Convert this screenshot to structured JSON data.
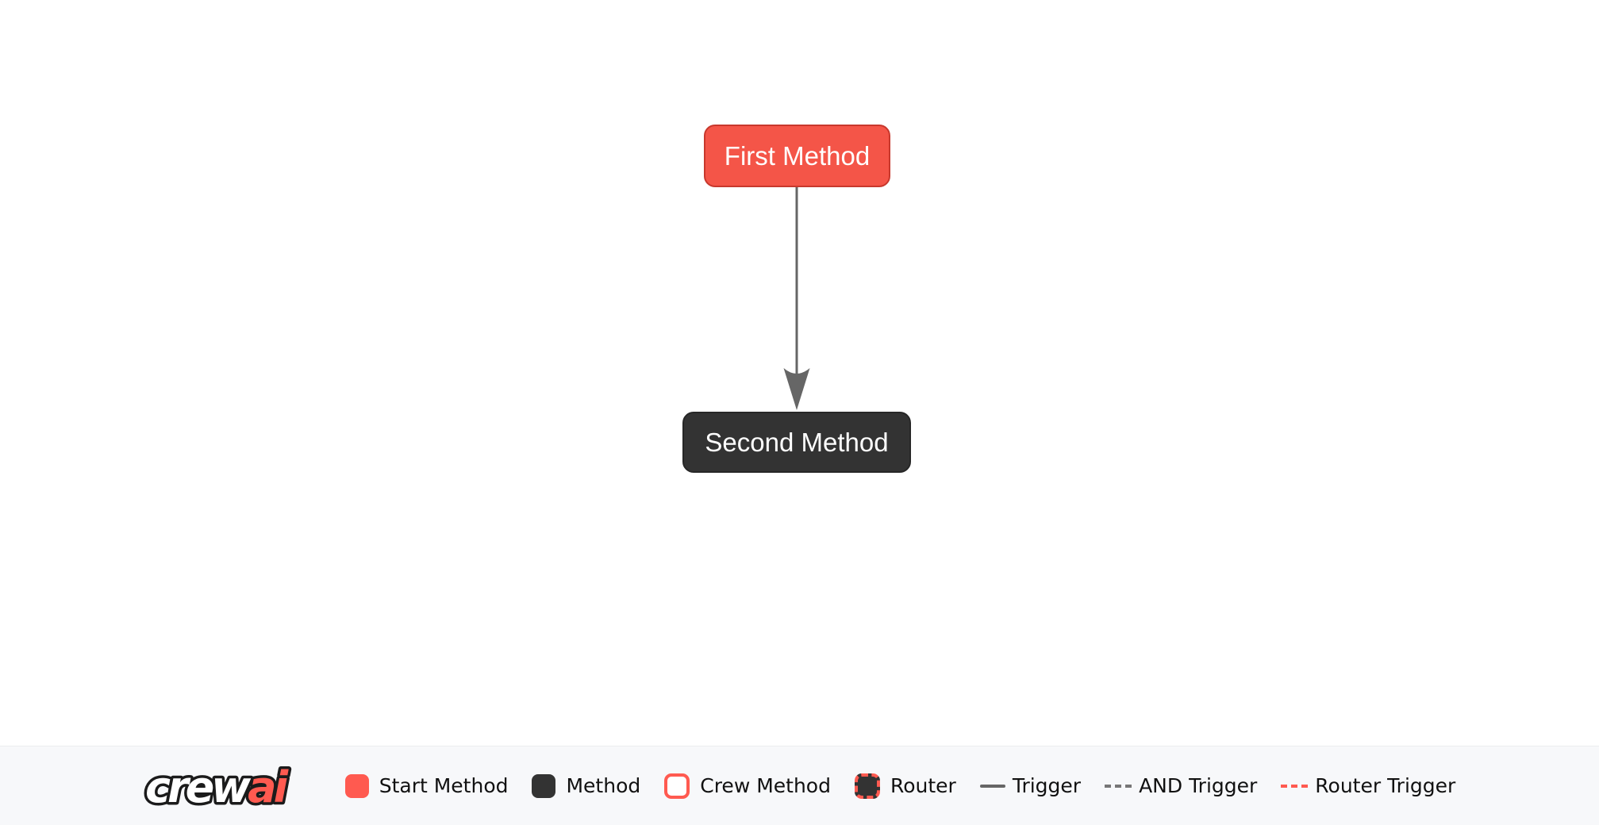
{
  "diagram": {
    "nodes": [
      {
        "id": "first_method",
        "label": "First Method",
        "type": "start-method",
        "fill": "#F45548",
        "border": "#C8382D",
        "text_color": "#FFFFFF"
      },
      {
        "id": "second_method",
        "label": "Second Method",
        "type": "method",
        "fill": "#333333",
        "border": "#272727",
        "text_color": "#FFFFFF"
      }
    ],
    "edges": [
      {
        "from": "first_method",
        "to": "second_method",
        "type": "trigger",
        "style": "solid",
        "color": "#666666",
        "direction": "down"
      }
    ]
  },
  "legend": {
    "logo": {
      "text_primary": "crew",
      "text_accent": "ai",
      "accent_color": "#FF5A50",
      "outline_color": "#1B1B1B"
    },
    "items": [
      {
        "label": "Start Method",
        "swatch": "square",
        "color": "#FF5A50"
      },
      {
        "label": "Method",
        "swatch": "square",
        "color": "#333333"
      },
      {
        "label": "Crew Method",
        "swatch": "square-outline",
        "color": "#FFFFFF",
        "border_color": "#FF5A50"
      },
      {
        "label": "Router",
        "swatch": "square-dashed",
        "color": "#333333",
        "border_color": "#FF5A50"
      },
      {
        "label": "Trigger",
        "swatch": "line-solid",
        "color": "#666666"
      },
      {
        "label": "AND Trigger",
        "swatch": "line-dashed",
        "color": "#777777"
      },
      {
        "label": "Router Trigger",
        "swatch": "line-dashed",
        "color": "#FF5A50"
      }
    ]
  }
}
